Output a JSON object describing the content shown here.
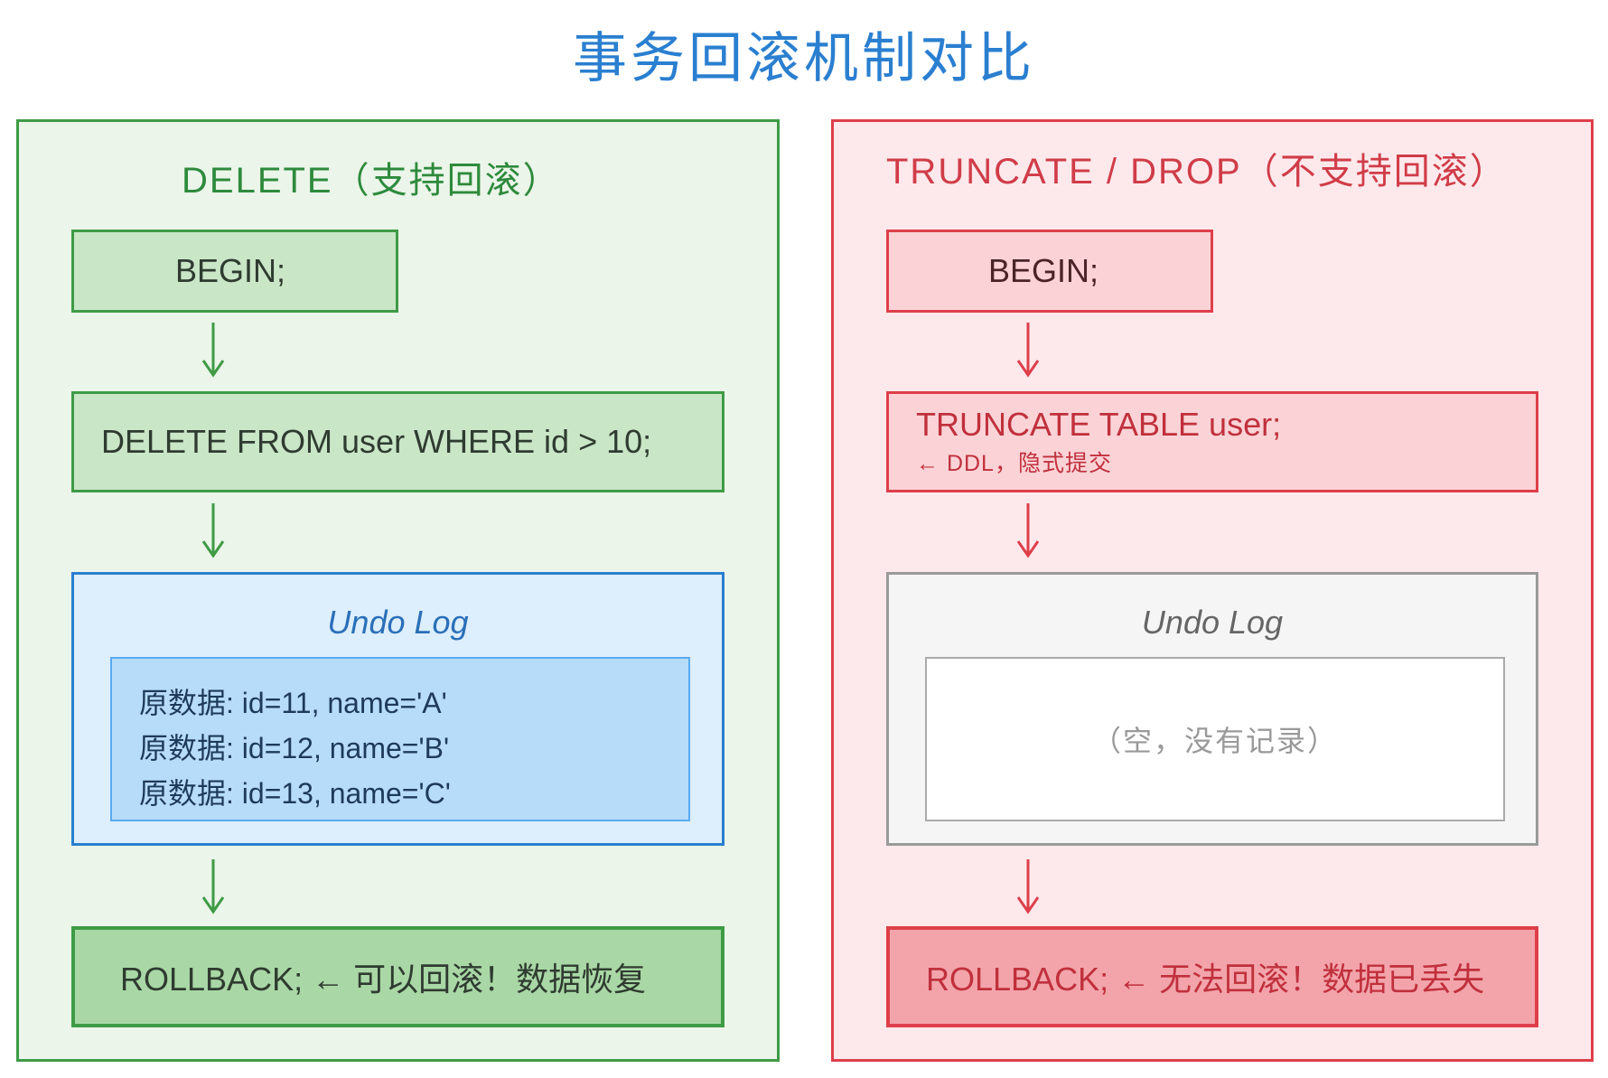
{
  "title": "事务回滚机制对比",
  "colors": {
    "green_accent": "#3f9b45",
    "red_accent": "#de3f4a",
    "blue_accent": "#2a7fd0",
    "gray_accent": "#9a9a9a"
  },
  "left": {
    "heading": "DELETE（支持回滚）",
    "begin": "BEGIN;",
    "statement": "DELETE FROM user WHERE id > 10;",
    "undo_title": "Undo Log",
    "undo_rows": [
      "原数据: id=11, name='A'",
      "原数据: id=12, name='B'",
      "原数据: id=13, name='C'"
    ],
    "rollback": "ROLLBACK; ← 可以回滚！数据恢复"
  },
  "right": {
    "heading": "TRUNCATE / DROP（不支持回滚）",
    "begin": "BEGIN;",
    "statement": "TRUNCATE TABLE user;",
    "statement_note": "← DDL，隐式提交",
    "undo_title": "Undo Log",
    "undo_empty": "（空，没有记录）",
    "rollback": "ROLLBACK; ← 无法回滚！数据已丢失"
  }
}
